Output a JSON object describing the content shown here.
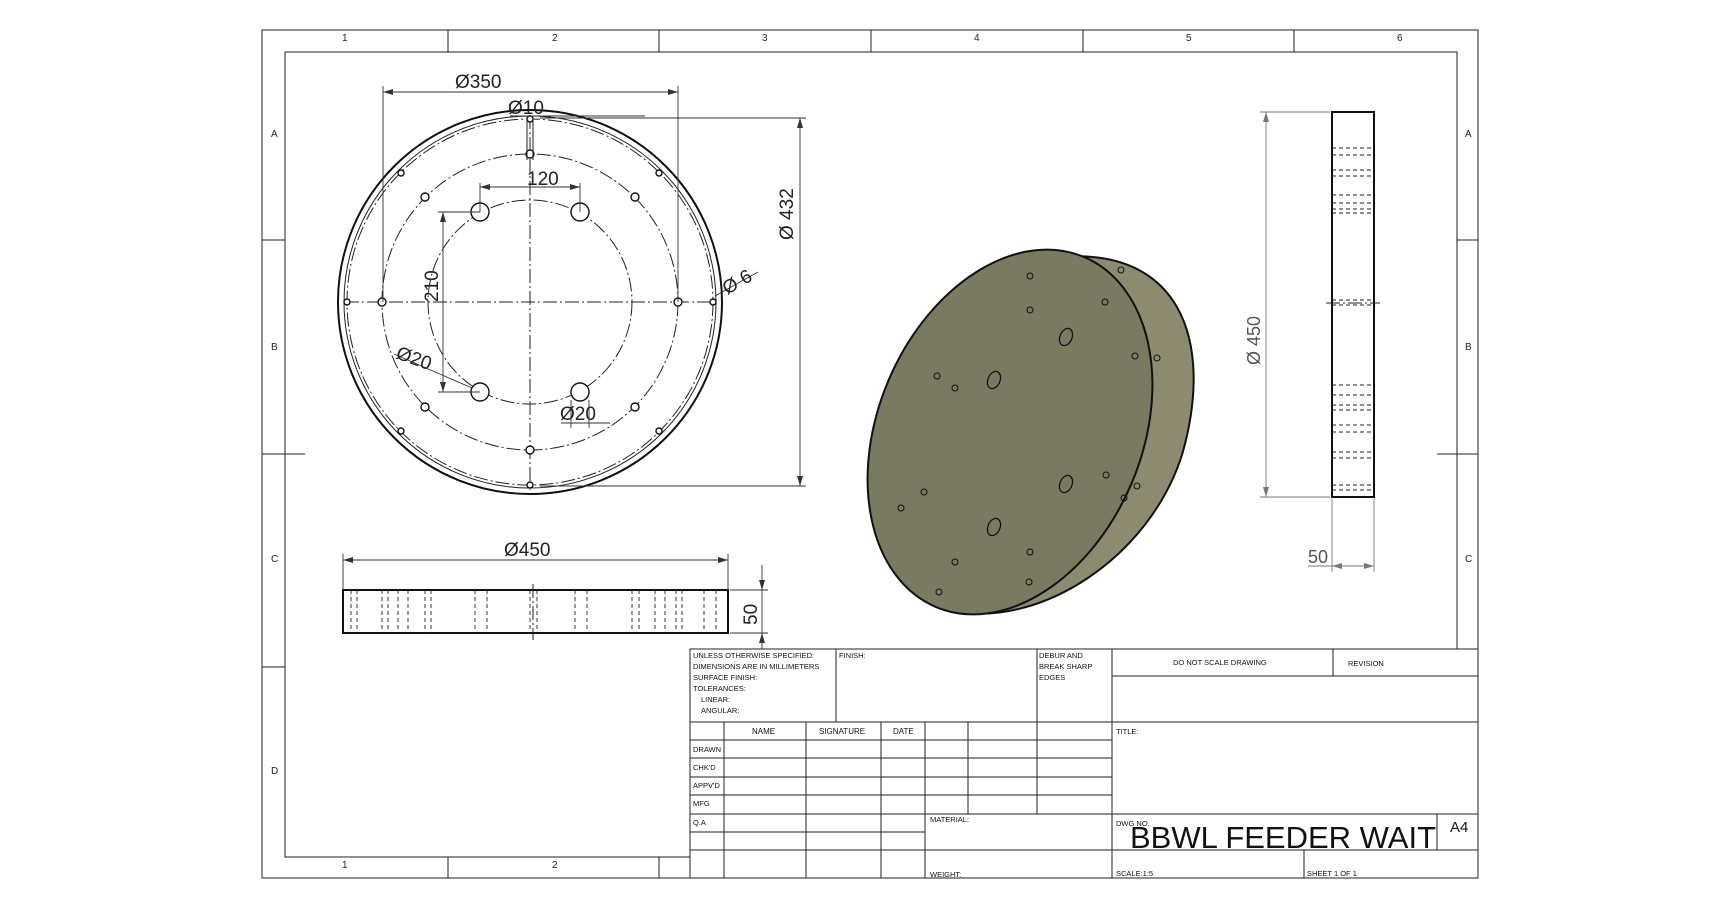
{
  "zones": {
    "cols": [
      "1",
      "2",
      "3",
      "4",
      "5",
      "6"
    ],
    "rows": [
      "A",
      "B",
      "C",
      "D"
    ]
  },
  "dims": {
    "front_dia_350": "Ø350",
    "front_dia_10": "Ø10",
    "front_120": "120",
    "front_432": "Ø 432",
    "front_210": "210",
    "front_dia_6": "Ø 6",
    "front_dia_20a": "Ø20",
    "front_dia_20b": "Ø20",
    "bottom_450": "Ø450",
    "bottom_50": "50",
    "side_450": "Ø 450",
    "side_50": "50"
  },
  "title_block": {
    "notes": [
      "UNLESS OTHERWISE SPECIFIED:",
      "DIMENSIONS ARE IN MILLIMETERS",
      "SURFACE FINISH:",
      "TOLERANCES:",
      "LINEAR:",
      "ANGULAR:"
    ],
    "finish": "FINISH:",
    "deburr": [
      "DEBUR AND",
      "BREAK SHARP",
      "EDGES"
    ],
    "do_not_scale": "DO NOT SCALE DRAWING",
    "revision": "REVISION",
    "title_label": "TITLE:",
    "headers": {
      "name": "NAME",
      "signature": "SIGNATURE",
      "date": "DATE"
    },
    "rows": [
      "DRAWN",
      "CHK'D",
      "APPV'D",
      "MFG",
      "Q.A"
    ],
    "material": "MATERIAL:",
    "weight": "WEIGHT:",
    "dwg_no_label": "DWG NO.",
    "dwg_no": "BBWL FEEDER WAIT",
    "size": "A4",
    "scale": "SCALE:1:5",
    "sheet": "SHEET 1 OF 1"
  },
  "colors": {
    "part_face": "#7a7a62",
    "part_side": "#8c8a70",
    "line": "#222222"
  }
}
